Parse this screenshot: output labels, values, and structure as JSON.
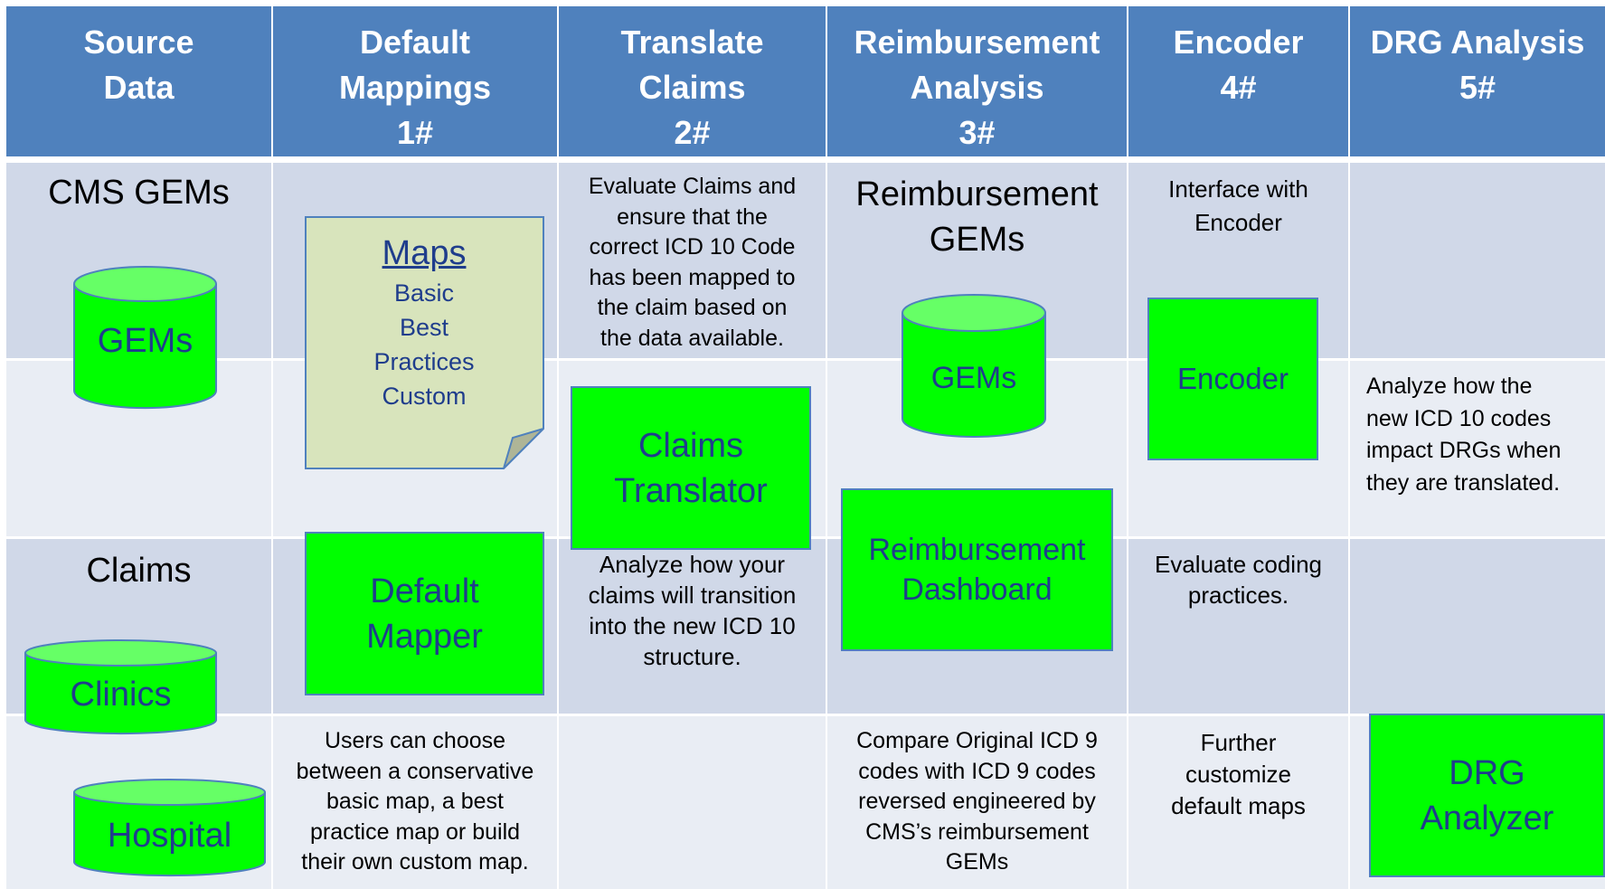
{
  "headers": [
    {
      "lines": [
        "Source",
        "Data"
      ]
    },
    {
      "lines": [
        "Default",
        "Mappings",
        "1#"
      ]
    },
    {
      "lines": [
        "Translate",
        "Claims",
        "2#"
      ]
    },
    {
      "lines": [
        "Reimbursement",
        "Analysis",
        "3#"
      ]
    },
    {
      "lines": [
        "Encoder",
        "4#"
      ]
    },
    {
      "lines": [
        "DRG Analysis",
        "5#"
      ]
    }
  ],
  "source_data": {
    "cms_gems_label": "CMS GEMs",
    "gems_db": "GEMs",
    "claims_label": "Claims",
    "clinics_db": "Clinics",
    "hospital_db": "Hospital"
  },
  "default_mappings": {
    "maps_title": "Maps",
    "maps_items": [
      "Basic",
      "Best",
      "Practices",
      "Custom"
    ],
    "mapper_box": [
      "Default",
      "Mapper"
    ],
    "description": [
      "Users can choose",
      "between a conservative",
      "basic map, a best",
      "practice map or build",
      "their own custom map."
    ]
  },
  "translate_claims": {
    "top_text": [
      "Evaluate Claims and",
      "ensure that the",
      "correct ICD 10 Code",
      "has been mapped to",
      "the claim based on",
      "the data available."
    ],
    "translator_box": [
      "Claims",
      "Translator"
    ],
    "bottom_text": [
      "Analyze how your",
      "claims will transition",
      "into the new ICD 10",
      "structure."
    ]
  },
  "reimbursement_analysis": {
    "title": [
      "Reimbursement",
      "GEMs"
    ],
    "gems_db": "GEMs",
    "dashboard_box": [
      "Reimbursement",
      "Dashboard"
    ],
    "description": [
      "Compare  Original ICD 9",
      "codes with ICD 9 codes",
      "reversed engineered by",
      "CMS’s reimbursement",
      "GEMs"
    ]
  },
  "encoder": {
    "top_text": [
      "Interface with",
      "Encoder"
    ],
    "encoder_box": "Encoder",
    "middle_text": [
      "Evaluate coding",
      "practices."
    ],
    "bottom_text": [
      "Further",
      "customize",
      "default maps"
    ]
  },
  "drg_analysis": {
    "description": [
      "Analyze how the",
      "new ICD 10 codes",
      "impact DRGs when",
      "they are translated."
    ],
    "analyzer_box": [
      "DRG",
      "Analyzer"
    ]
  },
  "colors": {
    "header_bg": "#4f81bd",
    "band_dark": "#d0d8e8",
    "band_light": "#e9edf4",
    "component_fill": "#00ff00",
    "component_border": "#4f81bd",
    "component_text": "#1f3d8c",
    "maps_note_fill": "#d8e4bc"
  }
}
